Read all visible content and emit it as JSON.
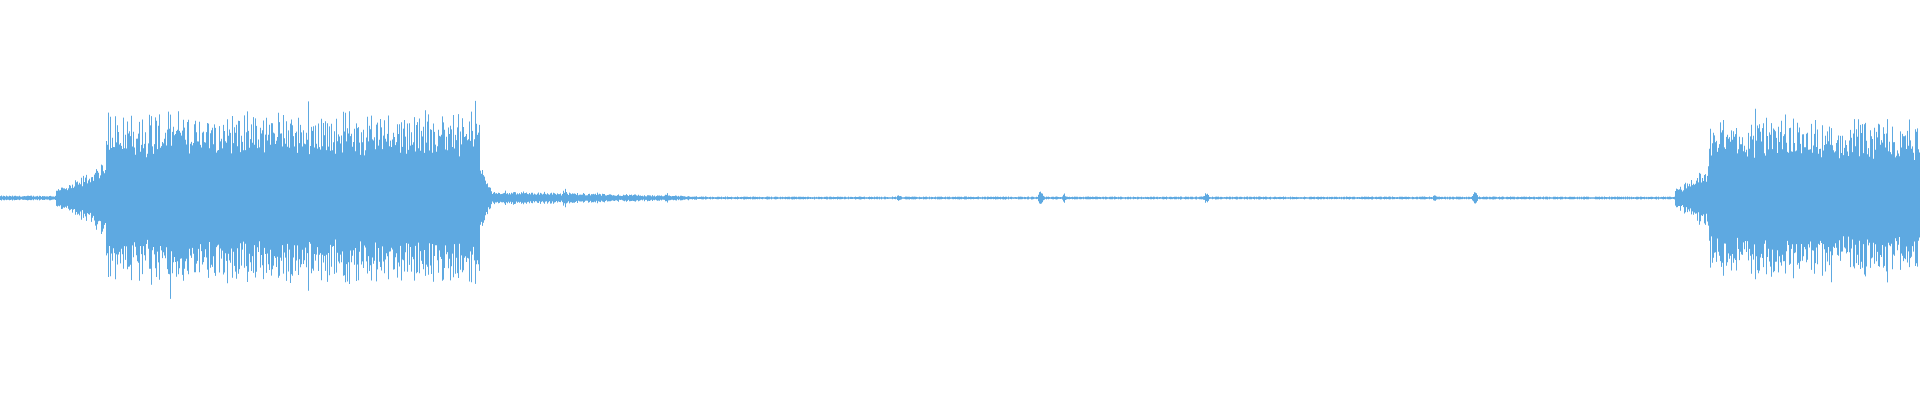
{
  "waveform": {
    "color": "#5ea9e1",
    "background": "#ffffff",
    "sample_duration_fraction": 1.0,
    "segments": [
      {
        "start": 0.0,
        "end": 0.029,
        "peak": 0.02,
        "kind": "silence"
      },
      {
        "start": 0.029,
        "end": 0.034,
        "peak": 0.1,
        "kind": "onset"
      },
      {
        "start": 0.034,
        "end": 0.055,
        "peak": 0.3,
        "kind": "ramp"
      },
      {
        "start": 0.055,
        "end": 0.25,
        "peak": 0.68,
        "kind": "loud"
      },
      {
        "start": 0.25,
        "end": 0.256,
        "peak": 0.3,
        "kind": "decay"
      },
      {
        "start": 0.256,
        "end": 0.37,
        "peak": 0.06,
        "kind": "tail"
      },
      {
        "start": 0.37,
        "end": 0.872,
        "peak": 0.012,
        "kind": "silence"
      },
      {
        "start": 0.872,
        "end": 0.89,
        "peak": 0.25,
        "kind": "ramp"
      },
      {
        "start": 0.89,
        "end": 1.0,
        "peak": 0.62,
        "kind": "loud"
      }
    ],
    "blips": [
      {
        "at": 0.294,
        "peak": 0.1
      },
      {
        "at": 0.311,
        "peak": 0.05
      },
      {
        "at": 0.347,
        "peak": 0.05
      },
      {
        "at": 0.468,
        "peak": 0.03
      },
      {
        "at": 0.542,
        "peak": 0.08
      },
      {
        "at": 0.554,
        "peak": 0.04
      },
      {
        "at": 0.628,
        "peak": 0.06
      },
      {
        "at": 0.747,
        "peak": 0.03
      },
      {
        "at": 0.768,
        "peak": 0.07
      }
    ]
  }
}
